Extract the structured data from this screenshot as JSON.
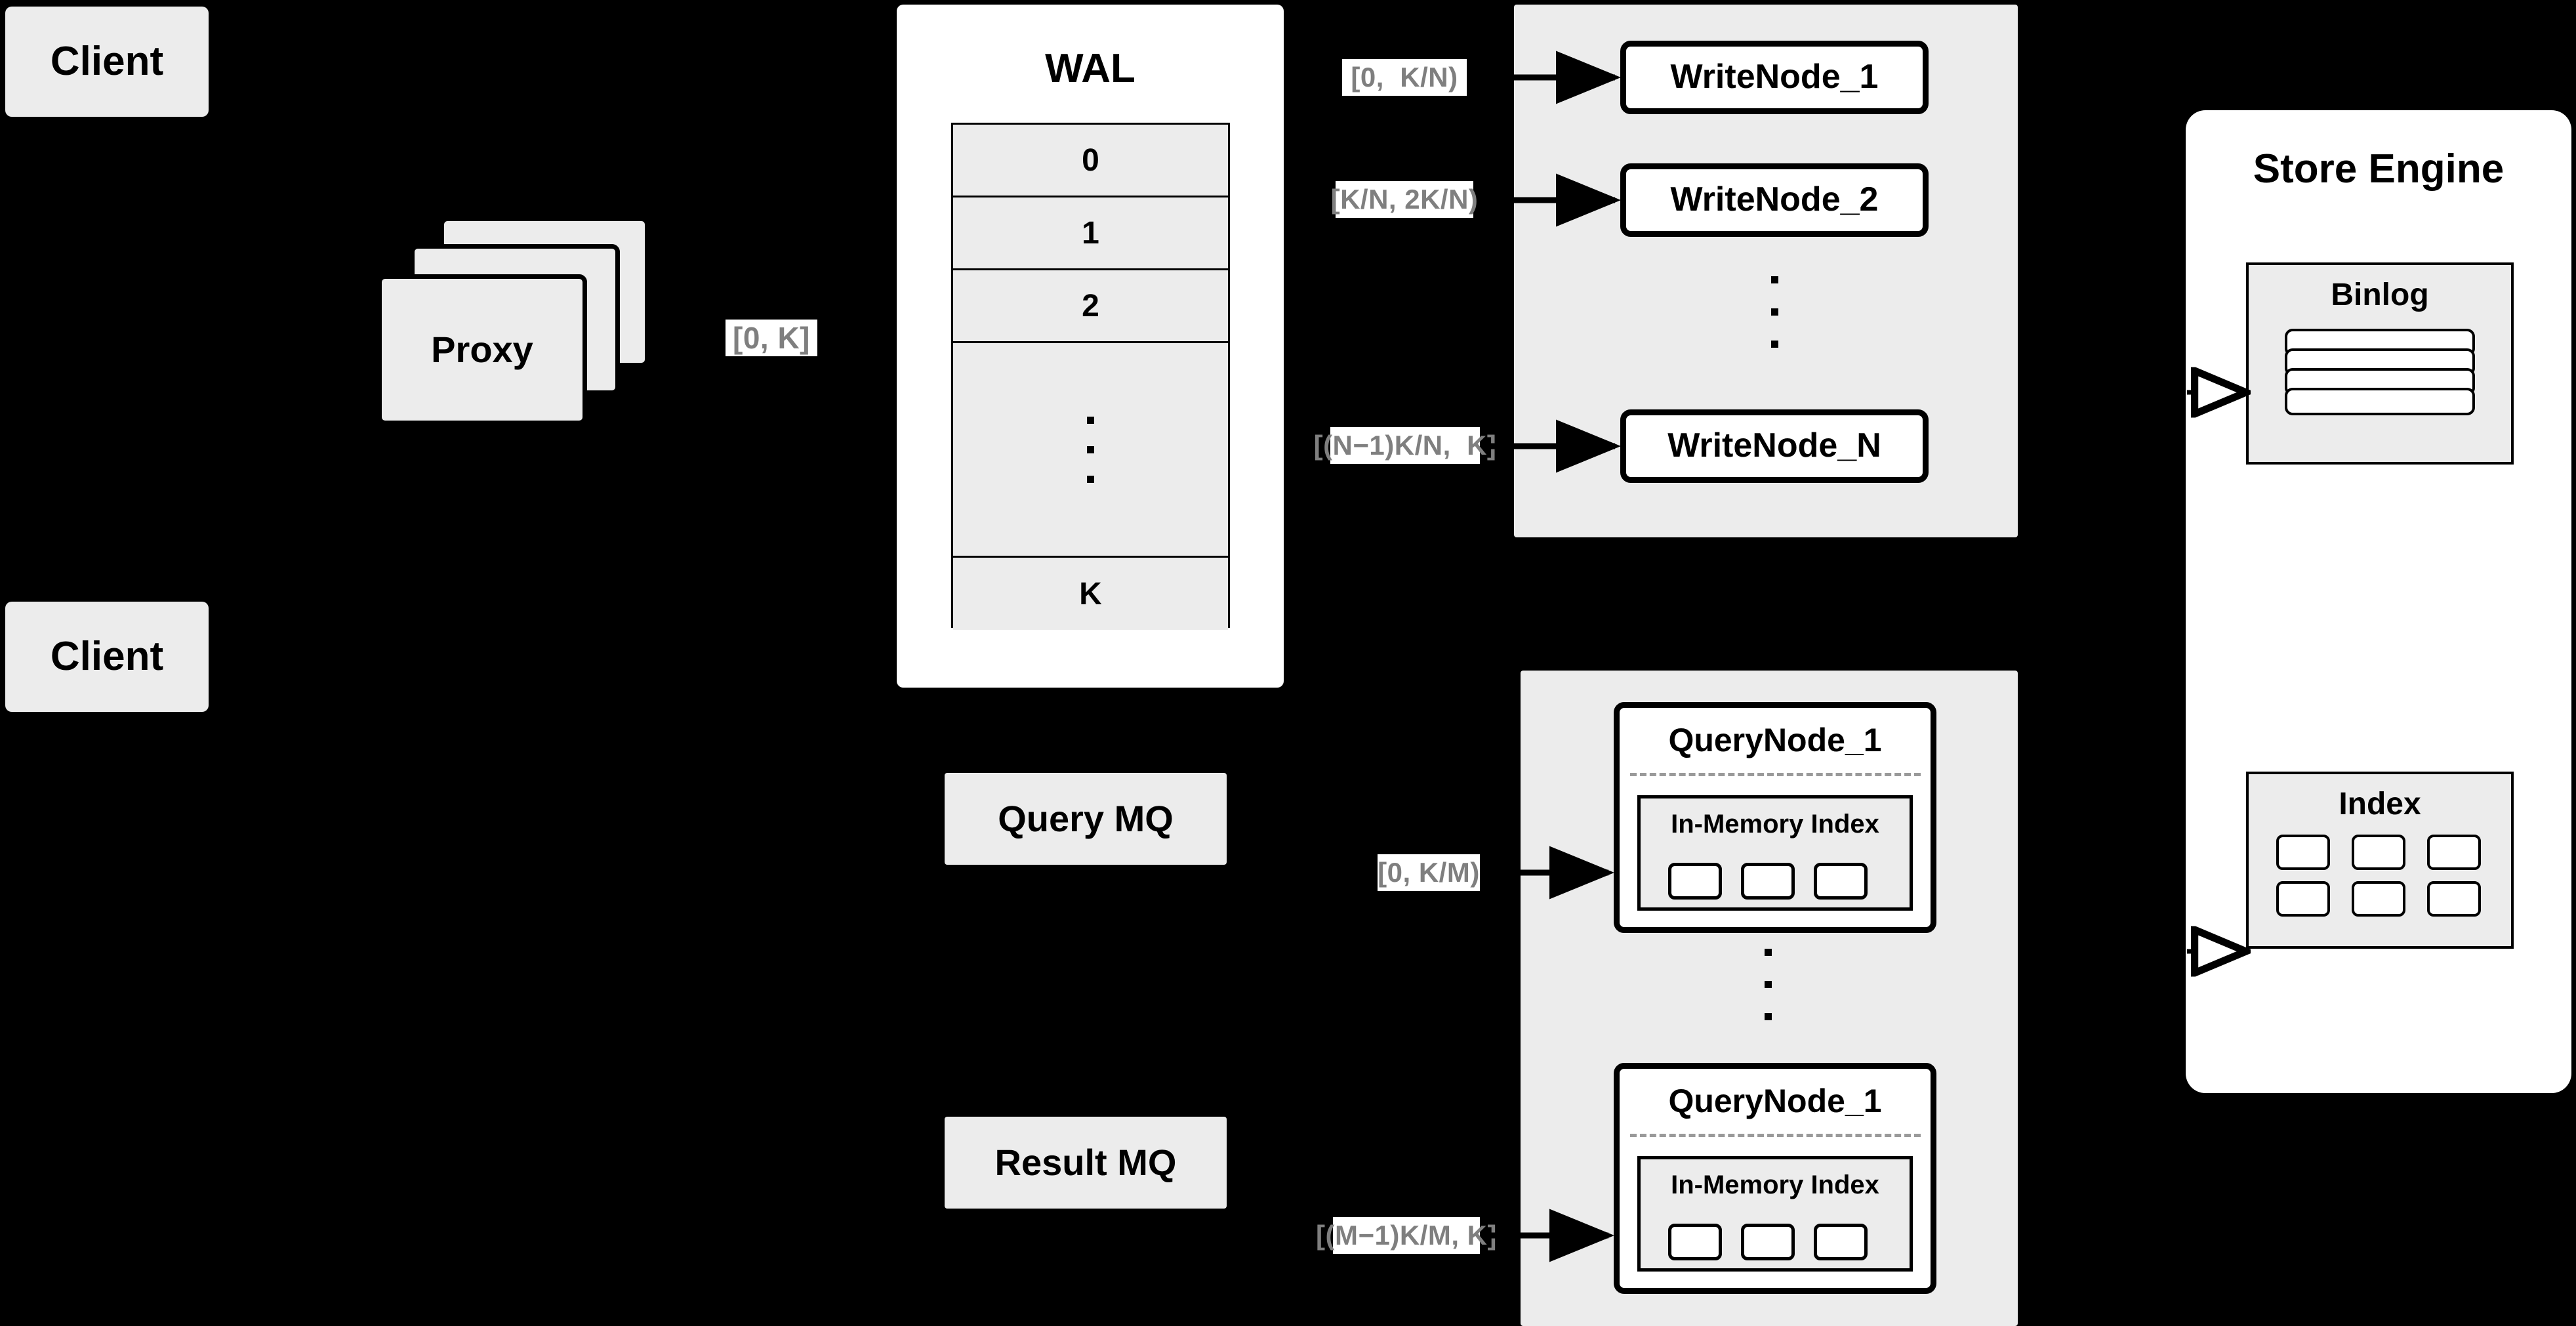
{
  "diagram": {
    "title": "Distributed write / query architecture",
    "background_color": "#000000",
    "node_fill": "#ececec",
    "node_fill_white": "#ffffff",
    "label_text_color": "#7f7f7f",
    "stroke_color": "#000000"
  },
  "clients": [
    {
      "label": "Client"
    },
    {
      "label": "Client"
    }
  ],
  "proxy": {
    "label": "Proxy",
    "stack_count": 3
  },
  "edge_labels": {
    "proxy_to_wal": "[0, K]",
    "write_node_1": "[0,  K/N)",
    "write_node_2": "[K/N, 2K/N)",
    "write_node_n": "[(N−1)K/N,  K]",
    "query_node_1": "[0, K/M)",
    "query_node_m": "[(M−1)K/M, K]"
  },
  "wal": {
    "title": "WAL",
    "rows": [
      "0",
      "1",
      "2",
      "⋮",
      "K"
    ]
  },
  "queues": [
    {
      "label": "Query MQ"
    },
    {
      "label": "Result MQ"
    }
  ],
  "write_group": {
    "nodes": [
      {
        "label": "WriteNode_1"
      },
      {
        "label": "WriteNode_2"
      },
      {
        "label": "WriteNode_N"
      }
    ],
    "ellipsis": "⋮"
  },
  "query_group": {
    "nodes": [
      {
        "label": "QueryNode_1",
        "index_label": "In-Memory Index",
        "index_cells": 3
      },
      {
        "label": "QueryNode_1",
        "index_label": "In-Memory Index",
        "index_cells": 3
      }
    ],
    "ellipsis": "⋮"
  },
  "store_engine": {
    "title": "Store Engine",
    "binlog": {
      "title": "Binlog",
      "rows": 4
    },
    "index": {
      "title": "Index",
      "cells": 6
    }
  }
}
